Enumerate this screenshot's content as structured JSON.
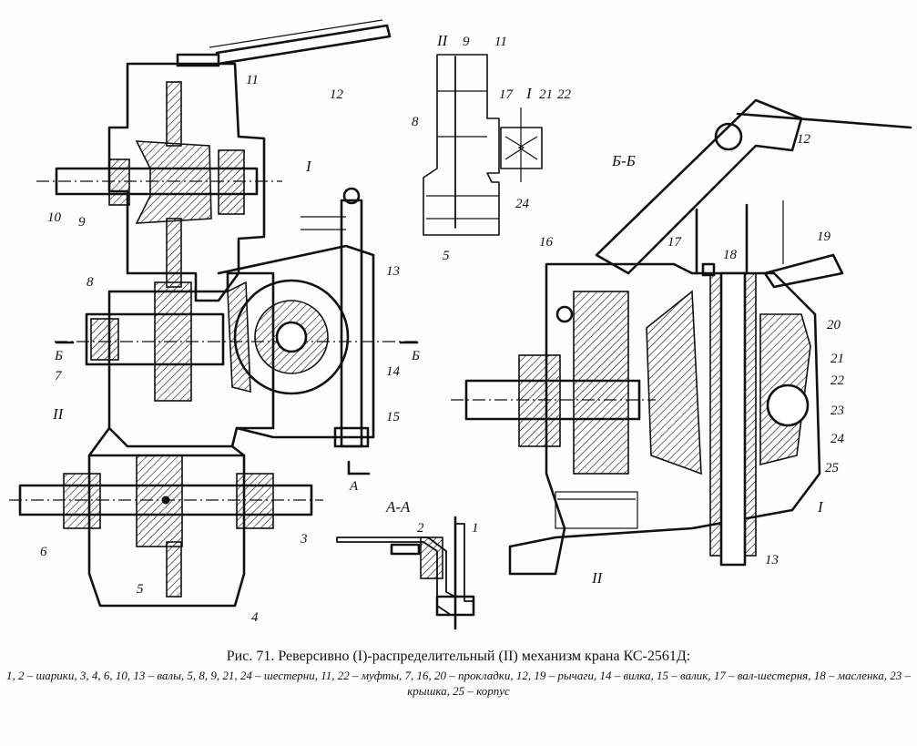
{
  "labels": {
    "l1": "1",
    "l2": "2",
    "l3": "3",
    "l4": "4",
    "l5": "5",
    "l6": "6",
    "l7": "7",
    "l8": "8",
    "l9": "9",
    "l10": "10",
    "l11": "11",
    "l12": "12",
    "l13": "13",
    "l14": "14",
    "l15": "15",
    "l16": "16",
    "l17": "17",
    "l18": "18",
    "l19": "19",
    "l20": "20",
    "l21": "21",
    "l22": "22",
    "l23": "23",
    "l24": "24",
    "l25": "25",
    "roman1": "I",
    "roman2": "II",
    "section_bb": "Б-Б",
    "section_aa": "А-А",
    "mark_b": "Б",
    "mark_a": "А"
  },
  "caption": {
    "title": "Рис. 71. Реверсивно (I)-распределительный (II) механизм крана КС-2561Д:",
    "legend": "1, 2 – шарики, 3, 4, 6, 10, 13 – валы, 5, 8, 9, 21, 24 – шестерни, 11, 22 – муфты, 7, 16, 20 – прокладки, 12, 19 – рычаги, 14 – вилка, 15 – валик, 17 – вал-шестерня, 18 – масленка, 23 – крышка, 25 – корпус"
  }
}
